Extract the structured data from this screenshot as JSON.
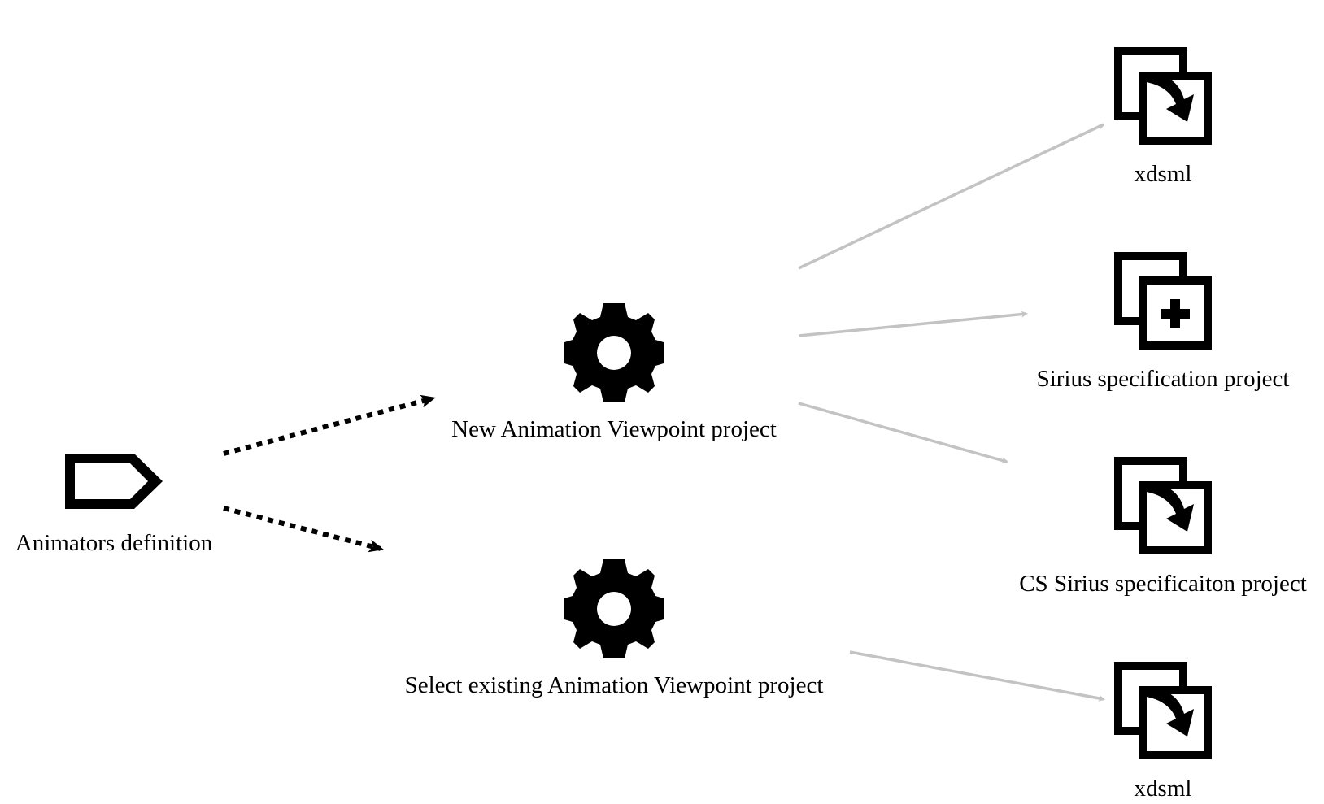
{
  "colors": {
    "edge_solid": "#c3c3c3",
    "edge_dotted": "#000000",
    "icon": "#000000",
    "background": "#ffffff"
  },
  "nodes": {
    "animators_definition": {
      "label": "Animators definition",
      "icon": "tag-icon"
    },
    "new_viewpoint_project": {
      "label": "New Animation Viewpoint project",
      "icon": "gear-icon"
    },
    "select_viewpoint_project": {
      "label": "Select existing Animation Viewpoint project",
      "icon": "gear-icon"
    },
    "xdsml_top": {
      "label": "xdsml",
      "icon": "import-project-icon"
    },
    "sirius_spec_project": {
      "label": "Sirius specification project",
      "icon": "new-project-icon"
    },
    "cs_sirius_spec_project": {
      "label": "CS Sirius specificaiton project",
      "icon": "import-project-icon"
    },
    "xdsml_bottom": {
      "label": "xdsml",
      "icon": "import-project-icon"
    }
  },
  "edges": [
    {
      "from": "animators_definition",
      "to": "new_viewpoint_project",
      "style": "dotted"
    },
    {
      "from": "animators_definition",
      "to": "select_viewpoint_project",
      "style": "dotted"
    },
    {
      "from": "new_viewpoint_project",
      "to": "xdsml_top",
      "style": "solid"
    },
    {
      "from": "new_viewpoint_project",
      "to": "sirius_spec_project",
      "style": "solid"
    },
    {
      "from": "new_viewpoint_project",
      "to": "cs_sirius_spec_project",
      "style": "solid"
    },
    {
      "from": "select_viewpoint_project",
      "to": "xdsml_bottom",
      "style": "solid"
    }
  ]
}
